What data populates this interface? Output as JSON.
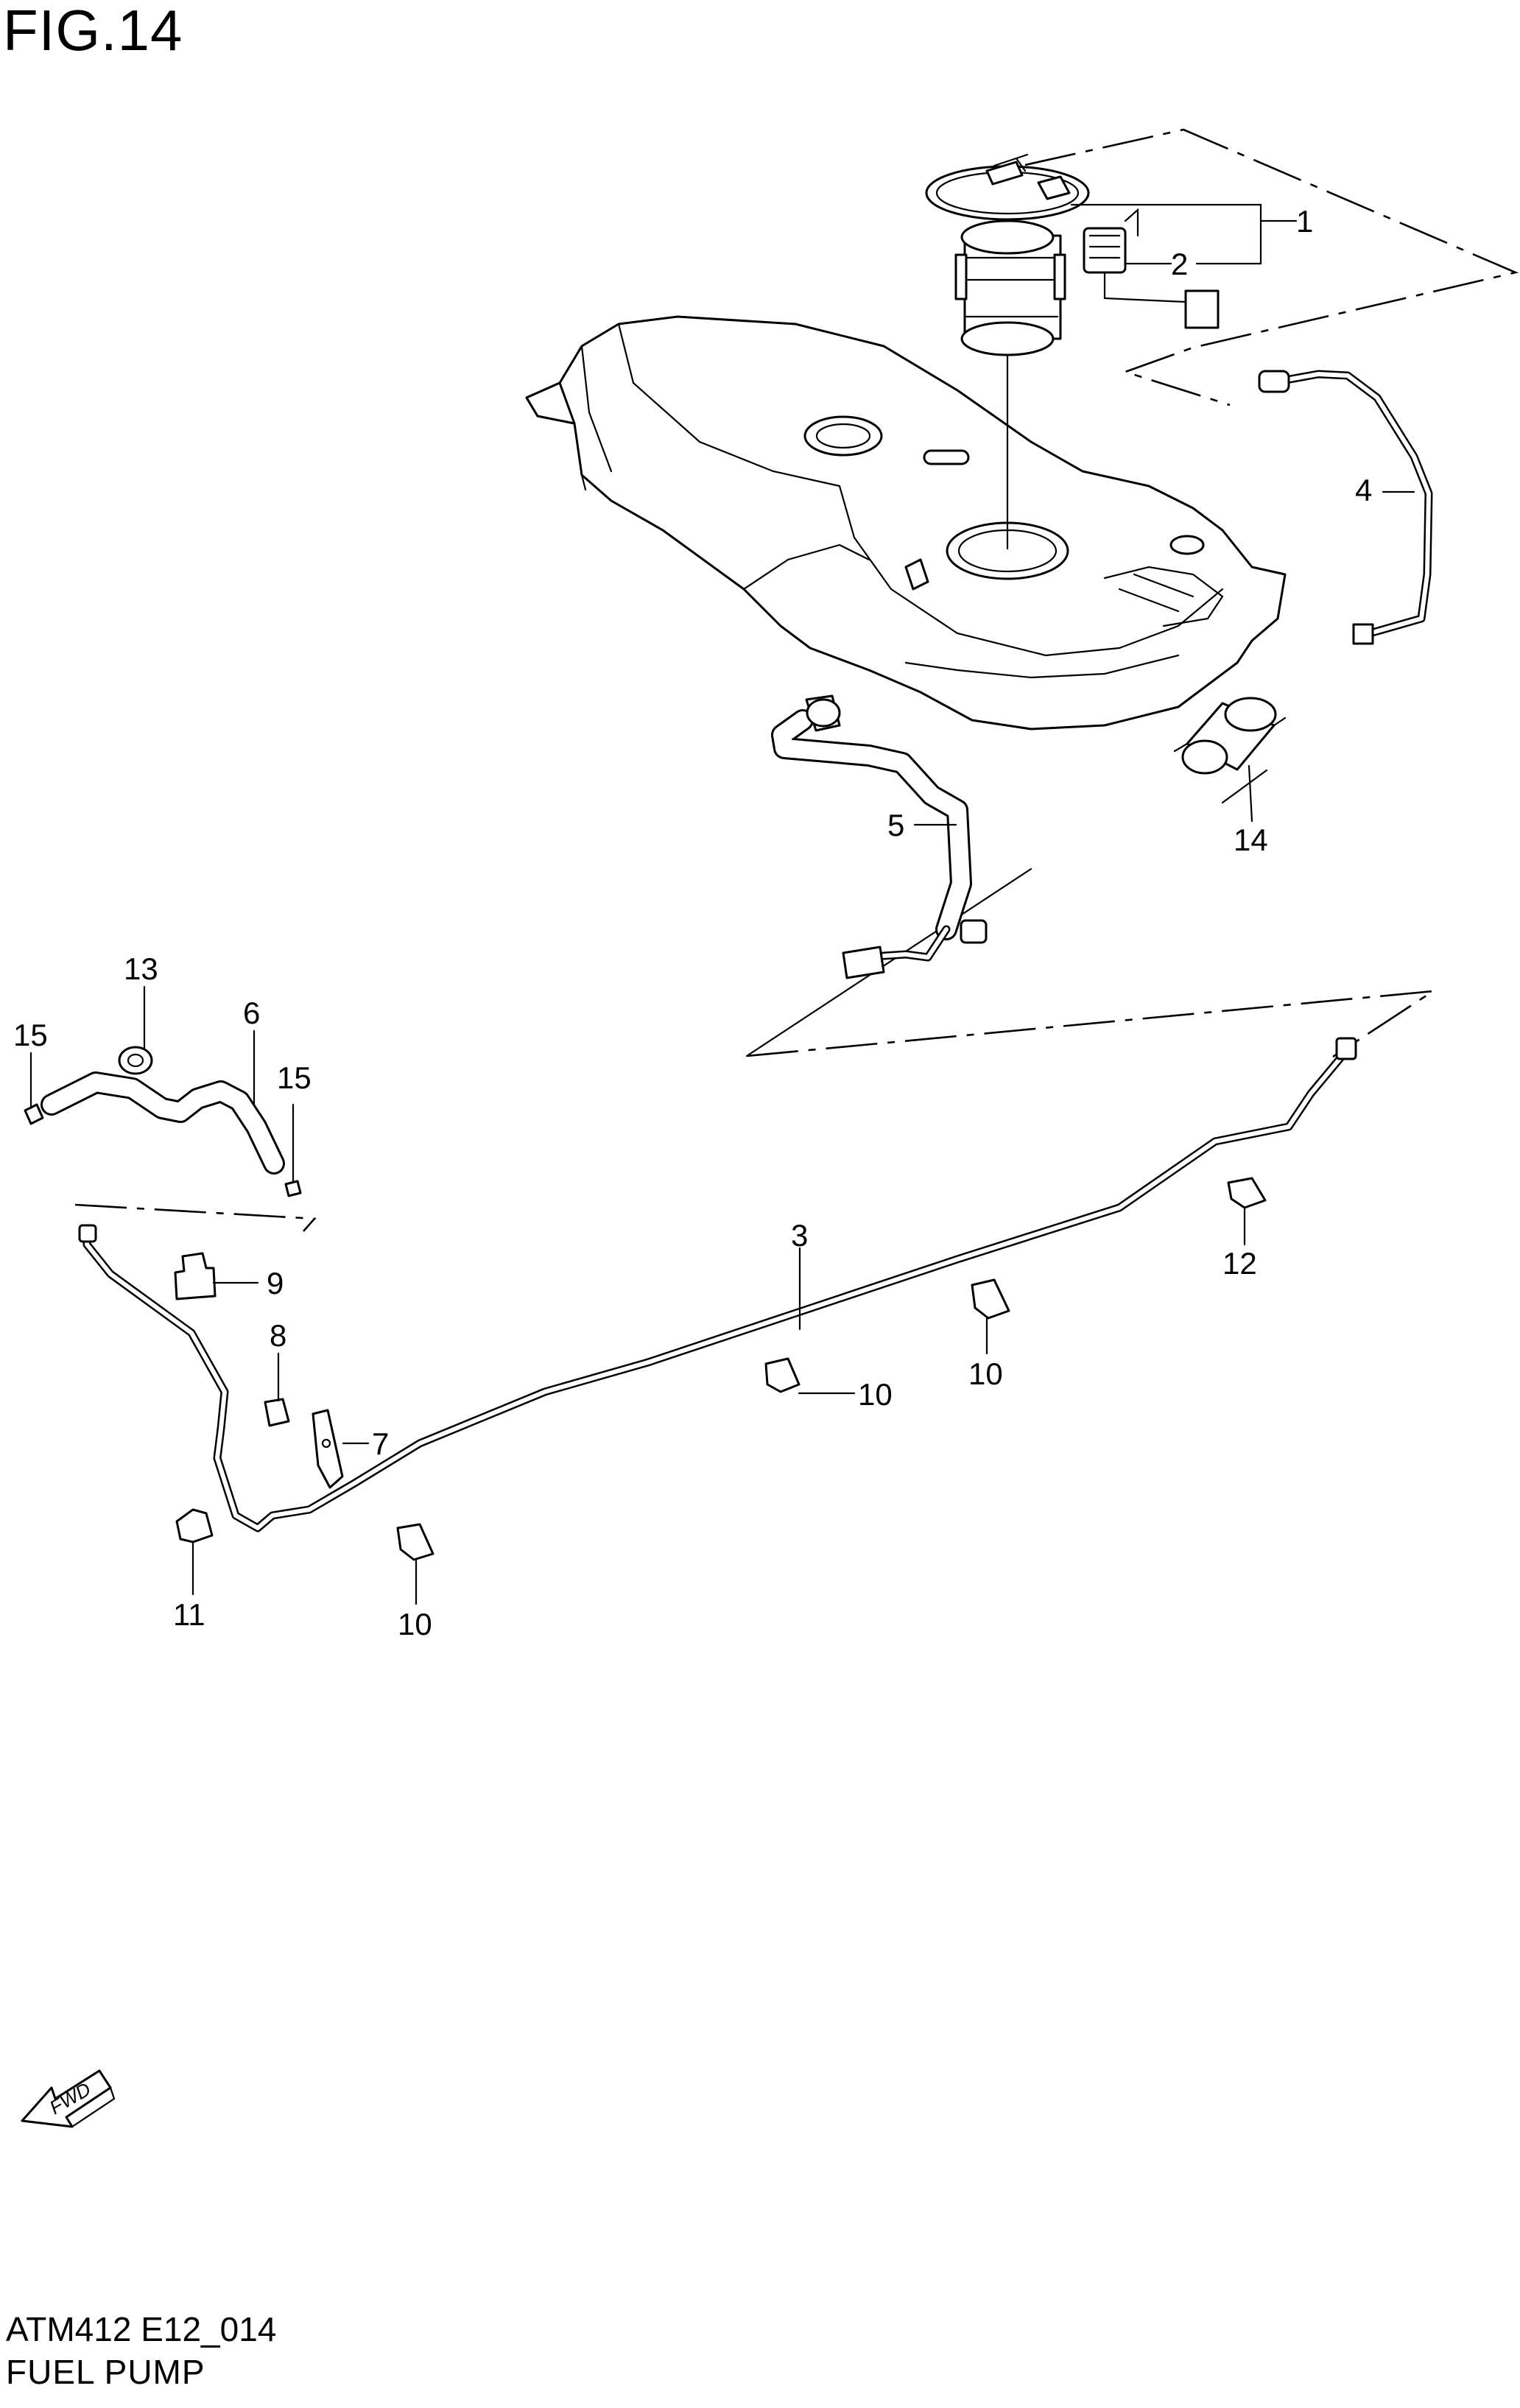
{
  "figure": {
    "title": "FIG.14",
    "code": "ATM412 E12_014",
    "caption": "FUEL PUMP",
    "direction_marker": "FWD"
  },
  "callouts": {
    "c1": "1",
    "c2": "2",
    "c3": "3",
    "c4": "4",
    "c5": "5",
    "c6": "6",
    "c7": "7",
    "c8": "8",
    "c9": "9",
    "c10a": "10",
    "c10b": "10",
    "c10c": "10",
    "c11": "11",
    "c12": "12",
    "c13": "13",
    "c14": "14",
    "c15a": "15",
    "c15b": "15"
  }
}
